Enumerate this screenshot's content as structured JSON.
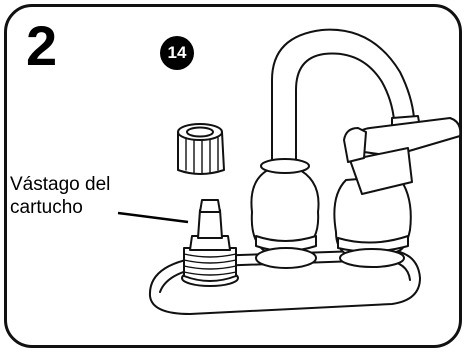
{
  "step": {
    "number": "2"
  },
  "part_badge": {
    "number": "14"
  },
  "callout": {
    "line1": "Vástago del",
    "line2": "cartucho"
  }
}
